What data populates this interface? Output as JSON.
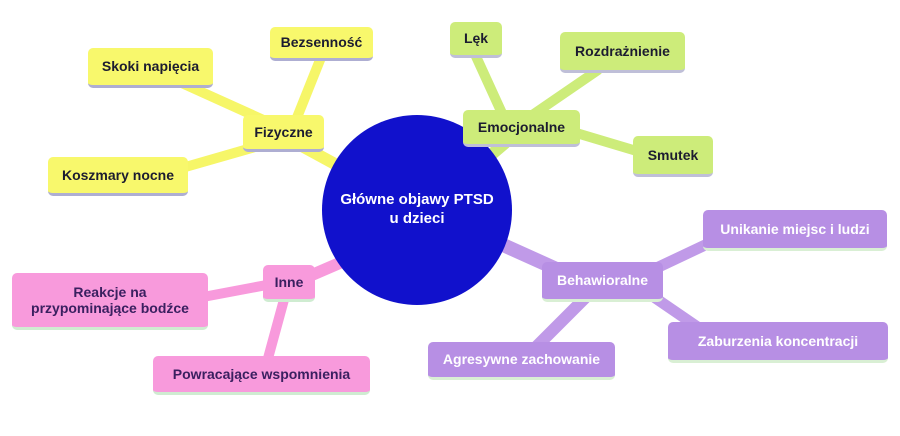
{
  "title": "Główne objawy PTSD u dzieci",
  "center": {
    "label": "Główne objawy PTSD u dzieci",
    "color": "#1111cc",
    "text_color": "#ffffff"
  },
  "branches": {
    "fizyczne": {
      "label": "Fizyczne",
      "color": "#f8f86c",
      "children": {
        "skoki": {
          "label": "Skoki napięcia"
        },
        "bezsennosc": {
          "label": "Bezsenność"
        },
        "koszmary": {
          "label": "Koszmary nocne"
        }
      }
    },
    "emocjonalne": {
      "label": "Emocjonalne",
      "color": "#cdec7a",
      "children": {
        "lek": {
          "label": "Lęk"
        },
        "rozdraznienie": {
          "label": "Rozdrażnienie"
        },
        "smutek": {
          "label": "Smutek"
        }
      }
    },
    "behawioralne": {
      "label": "Behawioralne",
      "color": "#b78fe4",
      "children": {
        "unikanie": {
          "label": "Unikanie miejsc i ludzi"
        },
        "zaburzenia": {
          "label": "Zaburzenia koncentracji"
        },
        "agresywne": {
          "label": "Agresywne zachowanie"
        }
      }
    },
    "inne": {
      "label": "Inne",
      "color": "#f89adc",
      "children": {
        "reakcje": {
          "label": "Reakcje na przypominające bodźce"
        },
        "powracajace": {
          "label": "Powracające wspomnienia"
        }
      }
    }
  }
}
